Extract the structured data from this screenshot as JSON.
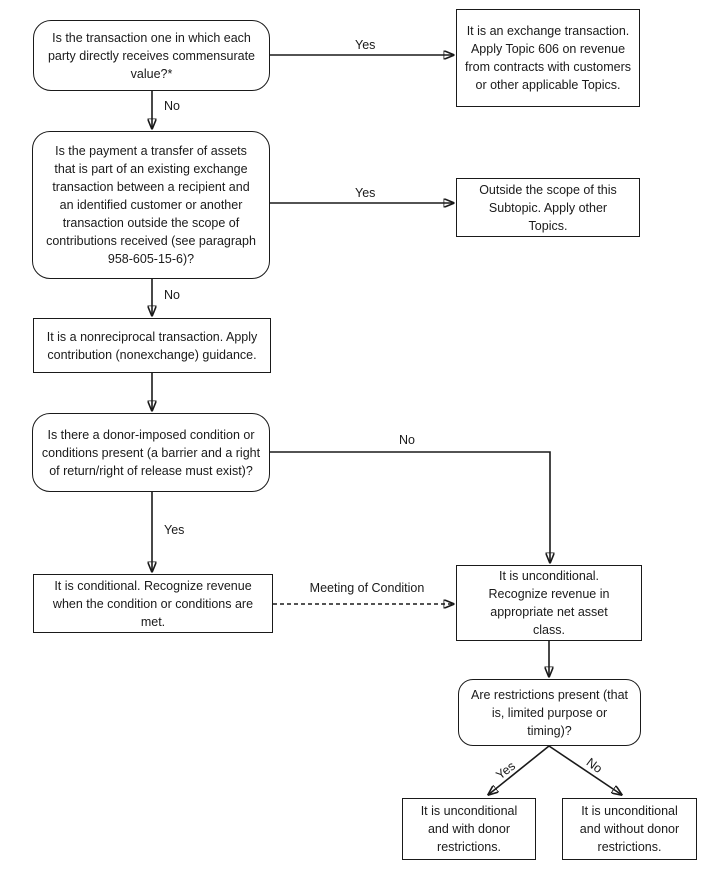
{
  "colors": {
    "line": "#1a1a1a",
    "background": "#ffffff",
    "box_fill": "#ffffff"
  },
  "nodes": {
    "commensurate_question": {
      "shape": "rounded",
      "text": "Is the transaction one in which each party directly receives commensurate value?*"
    },
    "exchange_outcome": {
      "shape": "rect",
      "text": "It is an exchange transaction. Apply Topic 606 on revenue from contracts with customers or other applicable Topics."
    },
    "transfer_question": {
      "shape": "rounded",
      "text": "Is the payment a transfer of assets that is part of an existing exchange transaction between a recipient and an identified customer or another transaction outside the scope of contributions received (see paragraph 958-605-15-6)?"
    },
    "outside_scope_outcome": {
      "shape": "rect",
      "text": "Outside the scope of this Subtopic. Apply other Topics."
    },
    "nonreciprocal_statement": {
      "shape": "rect",
      "text": "It is a nonreciprocal transaction. Apply contribution (nonexchange) guidance."
    },
    "condition_question": {
      "shape": "rounded",
      "text": "Is there a donor-imposed condition or conditions present (a barrier and a right of return/right of release must exist)?"
    },
    "conditional_outcome": {
      "shape": "rect",
      "text": "It is conditional. Recognize revenue when the condition or conditions are met."
    },
    "unconditional_outcome": {
      "shape": "rect",
      "text": "It is unconditional. Recognize revenue in appropriate net asset class."
    },
    "restrictions_question": {
      "shape": "rounded",
      "text": "Are restrictions present (that is, limited purpose or timing)?"
    },
    "with_restrictions_outcome": {
      "shape": "rect",
      "text": "It is unconditional and with donor restrictions."
    },
    "without_restrictions_outcome": {
      "shape": "rect",
      "text": "It is unconditional and without donor restrictions."
    }
  },
  "edge_labels": {
    "yes_exchange": "Yes",
    "no_exchange": "No",
    "yes_outside_scope": "Yes",
    "no_outside_scope": "No",
    "no_condition": "No",
    "yes_condition": "Yes",
    "meeting_of_condition": "Meeting of Condition",
    "yes_restrictions": "Yes",
    "no_restrictions": "No"
  }
}
